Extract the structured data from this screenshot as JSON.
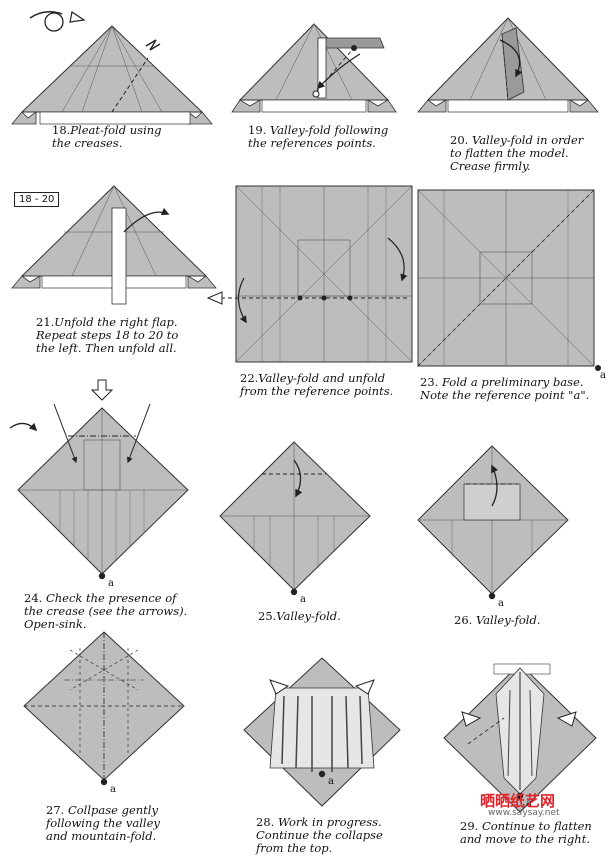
{
  "colors": {
    "paper": "#bdbdbd",
    "paper_dark": "#9a9a9a",
    "line": "#3a3a3a",
    "white": "#ffffff",
    "watermark_red": "#e0242b"
  },
  "steps": [
    {
      "num": "18.",
      "text": "Pleat-fold using\nthe creases."
    },
    {
      "num": "19.",
      "text": " Valley-fold following\nthe references points."
    },
    {
      "num": "20.",
      "text": " Valley-fold in order\nto flatten the model.\nCrease firmly."
    },
    {
      "num": "21.",
      "text": "Unfold the right flap.\nRepeat steps 18 to 20 to\nthe left. Then unfold all."
    },
    {
      "num": "22.",
      "text": "Valley-fold and unfold\nfrom the reference points."
    },
    {
      "num": "23.",
      "text": " Fold a preliminary base.\nNote the reference point \"a\"."
    },
    {
      "num": "24.",
      "text": " Check the presence of\nthe crease (see the arrows).\nOpen-sink."
    },
    {
      "num": "25.",
      "text": "Valley-fold."
    },
    {
      "num": "26.",
      "text": " Valley-fold."
    },
    {
      "num": "27.",
      "text": " Collpase gently\nfollowing the valley\nand mountain-fold."
    },
    {
      "num": "28.",
      "text": " Work in progress.\nContinue the collapse\nfrom the top."
    },
    {
      "num": "29.",
      "text": " Continue to flatten\nand move to the right."
    }
  ],
  "repeat_label": "18 - 20",
  "reference_point": "a",
  "watermark": {
    "logo": "晒晒纸艺网",
    "url": "www.saysay.net"
  }
}
